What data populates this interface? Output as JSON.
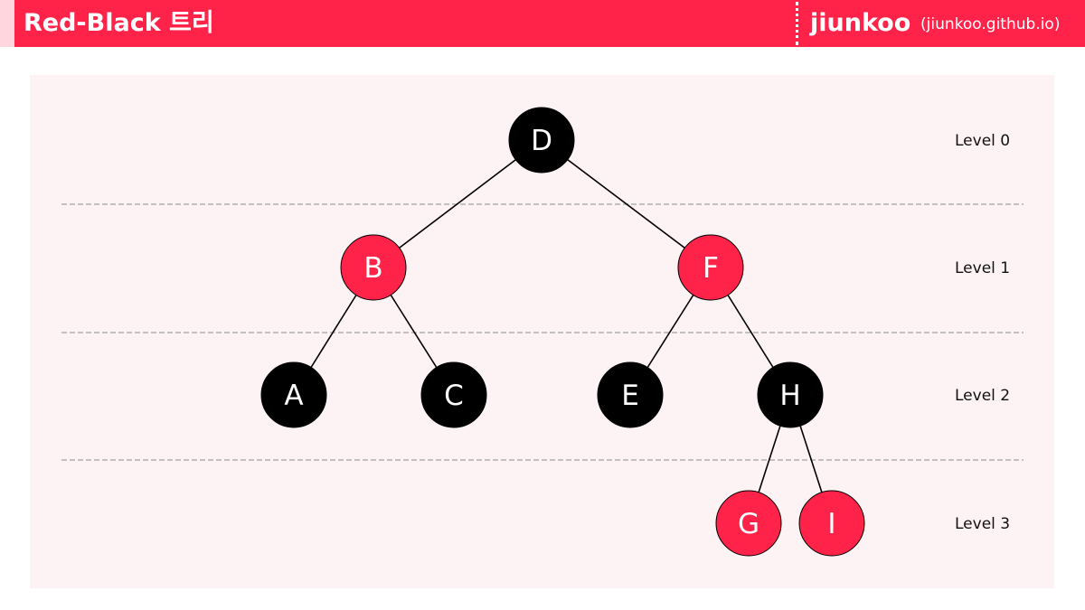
{
  "header": {
    "title": "Red-Black 트리",
    "brand": "jiunkoo",
    "brand_url": "(jiunkoo.github.io)"
  },
  "colors": {
    "accent": "#ff234a",
    "red_node": "#ff234a",
    "black_node": "#000000",
    "panel_bg": "#fdf3f4"
  },
  "tree": {
    "nodes": [
      {
        "id": "D",
        "label": "D",
        "color": "black",
        "level": 0
      },
      {
        "id": "B",
        "label": "B",
        "color": "red",
        "level": 1
      },
      {
        "id": "F",
        "label": "F",
        "color": "red",
        "level": 1
      },
      {
        "id": "A",
        "label": "A",
        "color": "black",
        "level": 2
      },
      {
        "id": "C",
        "label": "C",
        "color": "black",
        "level": 2
      },
      {
        "id": "E",
        "label": "E",
        "color": "black",
        "level": 2
      },
      {
        "id": "H",
        "label": "H",
        "color": "black",
        "level": 2
      },
      {
        "id": "G",
        "label": "G",
        "color": "red",
        "level": 3
      },
      {
        "id": "I",
        "label": "I",
        "color": "red",
        "level": 3
      }
    ],
    "edges": [
      [
        "D",
        "B"
      ],
      [
        "D",
        "F"
      ],
      [
        "B",
        "A"
      ],
      [
        "B",
        "C"
      ],
      [
        "F",
        "E"
      ],
      [
        "F",
        "H"
      ],
      [
        "H",
        "G"
      ],
      [
        "H",
        "I"
      ]
    ],
    "levels": [
      "Level 0",
      "Level 1",
      "Level 2",
      "Level 3"
    ]
  }
}
